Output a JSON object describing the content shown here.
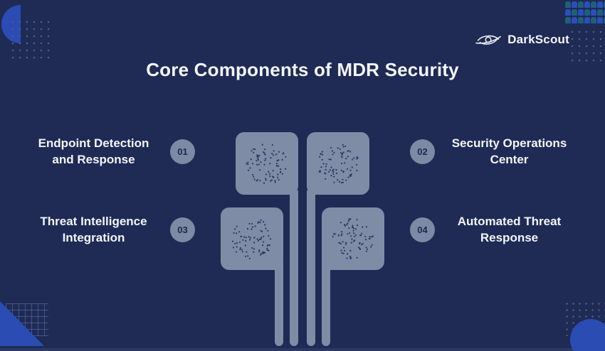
{
  "brand": {
    "name": "DarkScout"
  },
  "header": {
    "title": "Core Components of MDR Security"
  },
  "components": [
    {
      "number": "01",
      "line1": "Endpoint Detection",
      "line2": "and Response"
    },
    {
      "number": "02",
      "line1": "Security Operations",
      "line2": "Center"
    },
    {
      "number": "03",
      "line1": "Threat Intelligence",
      "line2": "Integration"
    },
    {
      "number": "04",
      "line1": "Automated Threat",
      "line2": "Response"
    }
  ],
  "colors": {
    "background": "#1f2b55",
    "panel": "#7e8ca6",
    "badge": "#7d8aa4",
    "accent_blue": "#2a4cb3",
    "teal": "#1d6177",
    "pixel_blue": "#2c4dbd",
    "text": "#f3f5f8",
    "dot_dark": "#233159"
  }
}
